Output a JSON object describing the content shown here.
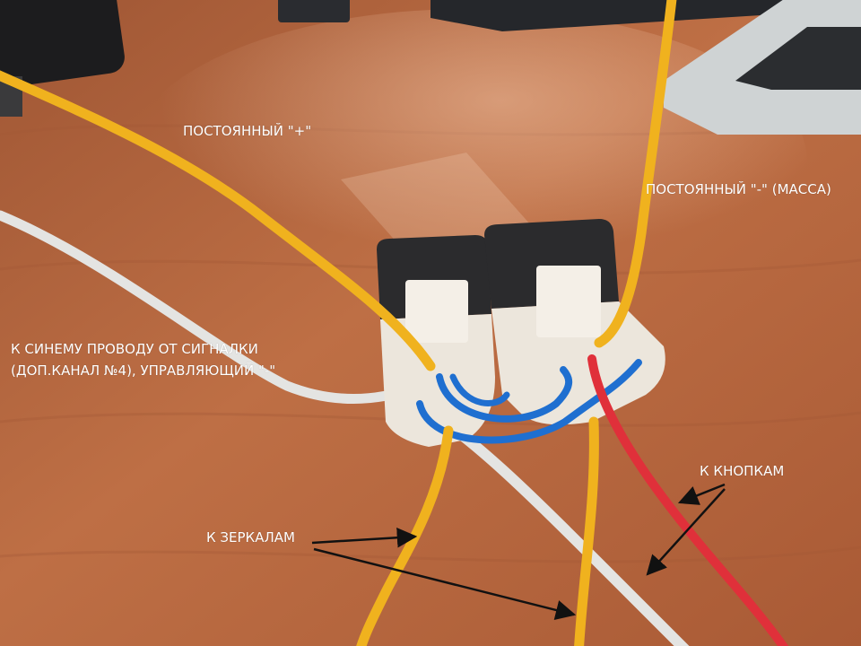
{
  "annotations": {
    "constant_plus": "ПОСТОЯННЫЙ \"+\"",
    "constant_minus": "ПОСТОЯННЫЙ \"-\" (МАССА)",
    "blue_wire_line1": "К СИНЕМУ ПРОВОДУ ОТ СИГНАЛКИ",
    "blue_wire_line2": "(ДОП.КАНАЛ №4), УПРАВЛЯЮЩИЙ \"-\"",
    "to_mirrors": "К ЗЕРКАЛАМ",
    "to_buttons": "К КНОПКАМ"
  },
  "colors": {
    "table_wood": "#b5673f",
    "relay_body": "#2b2b2d",
    "socket_plastic": "#ece6dc",
    "wire_yellow": "#f0b21e",
    "wire_white": "#e4e4e2",
    "wire_blue": "#1f6fd0",
    "wire_red": "#e0303a",
    "label_text": "#ffffff",
    "arrow": "#111111"
  }
}
